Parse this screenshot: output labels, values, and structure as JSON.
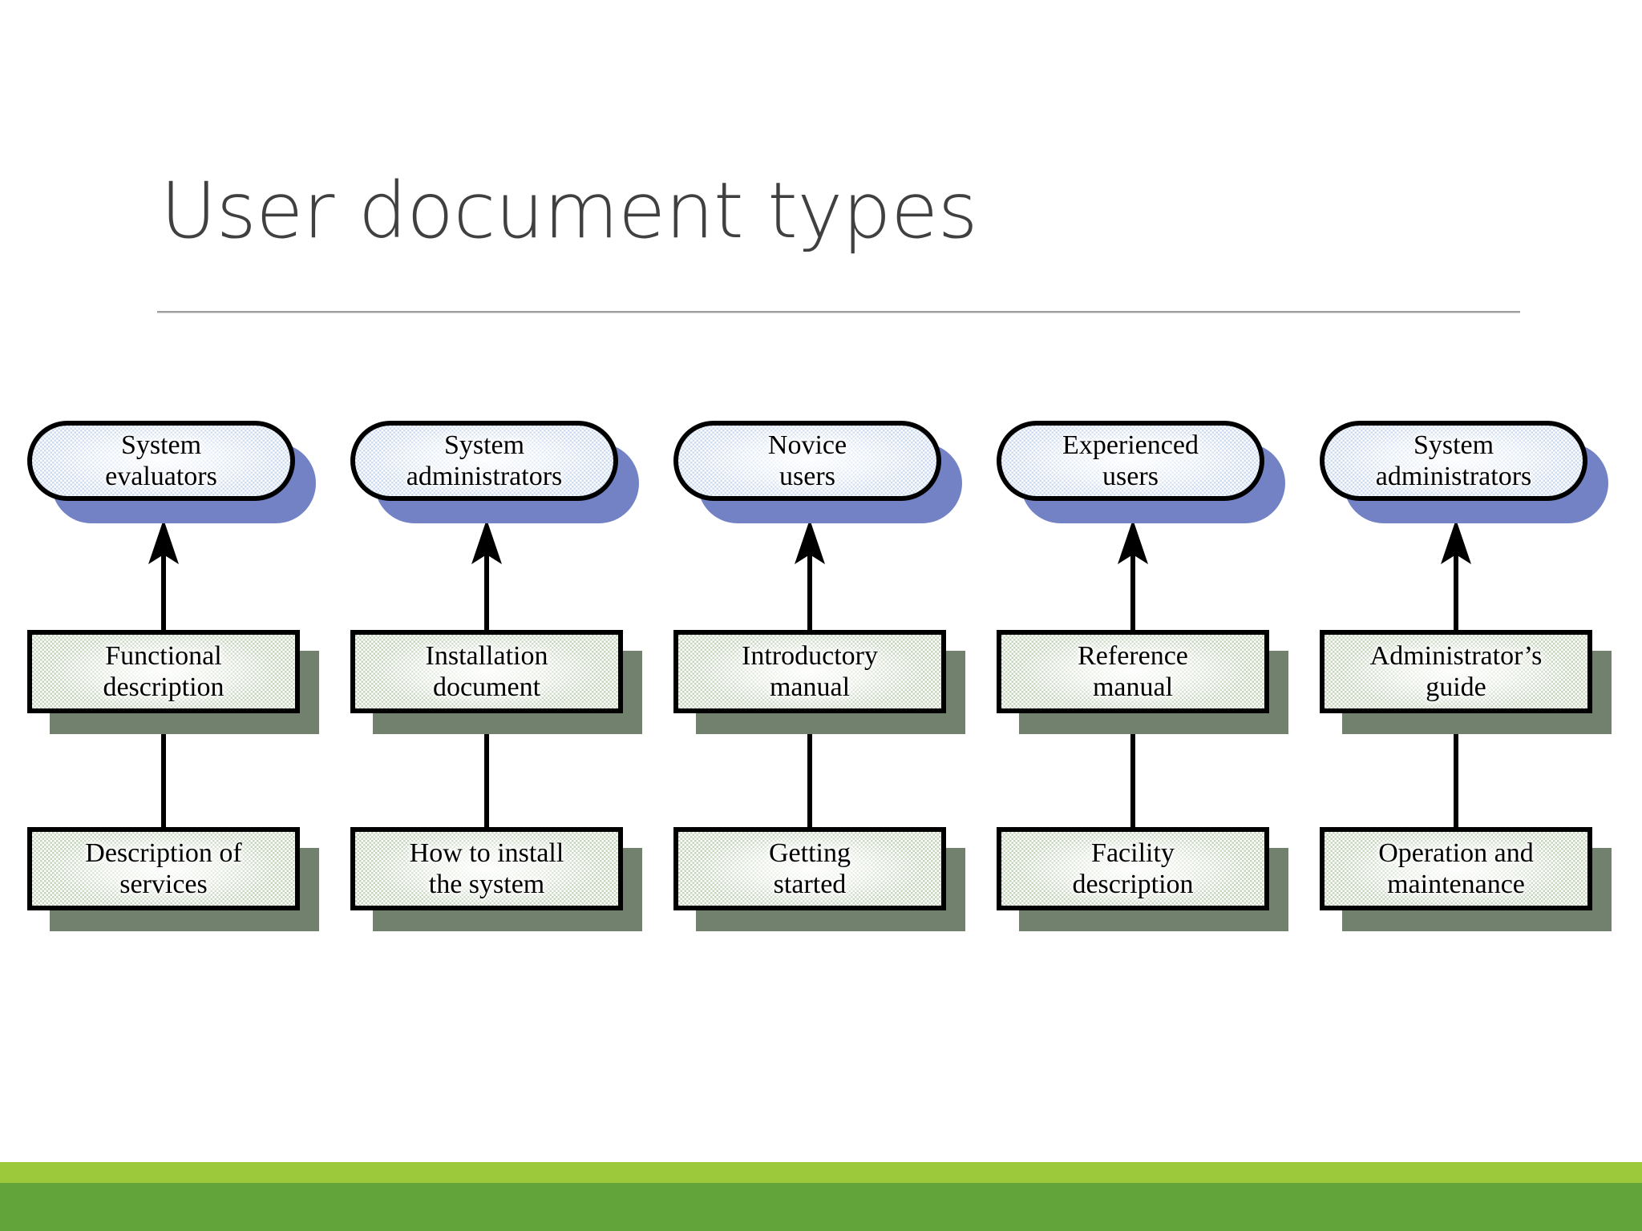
{
  "slide": {
    "title": "User document types",
    "background": "#ffffff",
    "title_color": "#404040",
    "rule_color": "#9e9e9e"
  },
  "footer": {
    "light_bar_color": "#9cc93c",
    "dark_bar_color": "#63a43a"
  },
  "palette": {
    "oval_fill": "#d6e2f2",
    "oval_shadow": "#7382c4",
    "rect_fill": "#dde6d6",
    "rect_shadow": "#72806e",
    "outline": "#000000"
  },
  "diagram": {
    "type": "flow-columns",
    "columns": [
      {
        "audience": "System\nevaluators",
        "document": "Functional\ndescription",
        "content": "Description of\nservices"
      },
      {
        "audience": "System\nadministrators",
        "document": "Installation\ndocument",
        "content": "How to install\nthe system"
      },
      {
        "audience": "Novice\nusers",
        "document": "Introductory\nmanual",
        "content": "Getting\nstarted"
      },
      {
        "audience": "Experienced\nusers",
        "document": "Reference\nmanual",
        "content": "Facility\ndescription"
      },
      {
        "audience": "System\nadministrators",
        "document": "Administrator’s\nguide",
        "content": "Operation and\nmaintenance"
      }
    ]
  }
}
